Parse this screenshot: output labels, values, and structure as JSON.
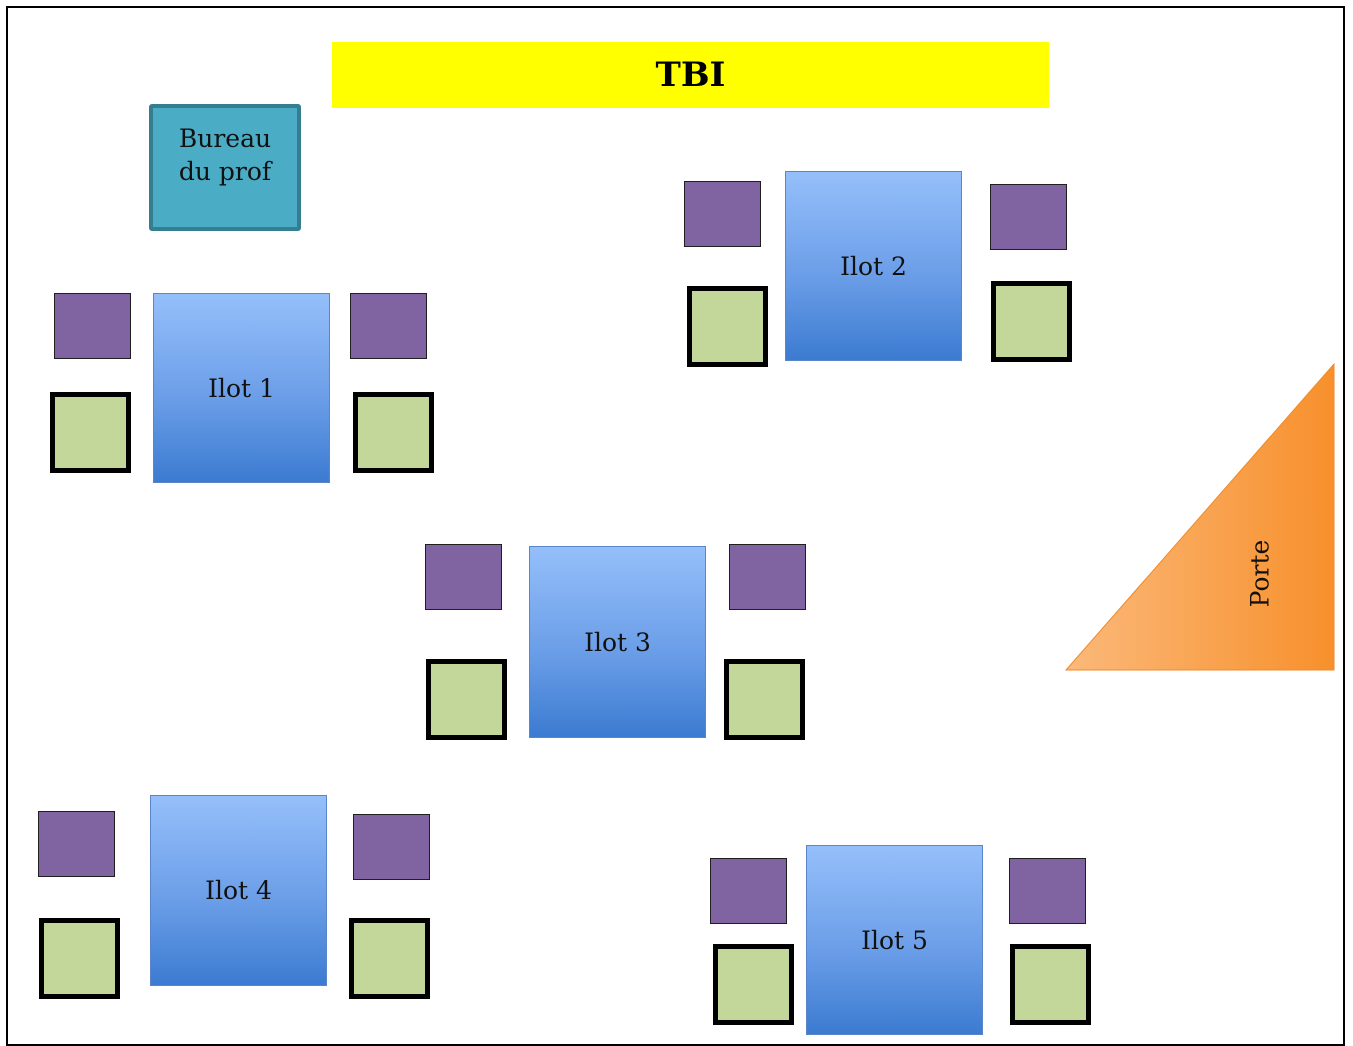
{
  "board": {
    "label": "TBI",
    "color": "#ffff00"
  },
  "teacher_desk": {
    "line1": "Bureau",
    "line2": "du prof",
    "color": "#4bacc6"
  },
  "islands": [
    {
      "label": "Ilot 1"
    },
    {
      "label": "Ilot 2"
    },
    {
      "label": "Ilot 3"
    },
    {
      "label": "Ilot 4"
    },
    {
      "label": "Ilot 5"
    }
  ],
  "door": {
    "label": "Porte",
    "color": "#f79646"
  },
  "colors": {
    "table": "#6b9ee8",
    "seat_purple": "#8064a2",
    "seat_green": "#c4d79b"
  }
}
